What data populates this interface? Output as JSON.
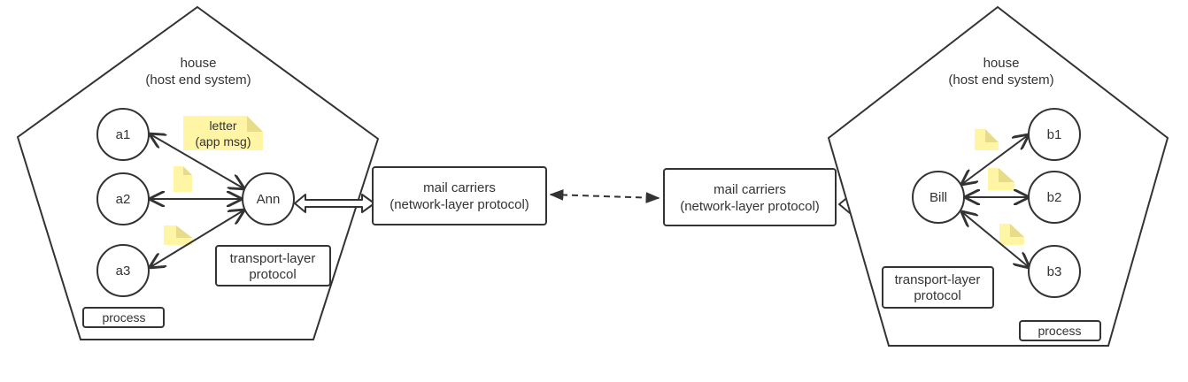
{
  "left_house": {
    "title_line1": "house",
    "title_line2": "(host end system)",
    "processes": [
      "a1",
      "a2",
      "a3"
    ],
    "hub": "Ann",
    "letter_line1": "letter",
    "letter_line2": "(app msg)",
    "transport_line1": "transport-layer",
    "transport_line2": "protocol",
    "process_label": "process"
  },
  "right_house": {
    "title_line1": "house",
    "title_line2": "(host end system)",
    "processes": [
      "b1",
      "b2",
      "b3"
    ],
    "hub": "Bill",
    "transport_line1": "transport-layer",
    "transport_line2": "protocol",
    "process_label": "process"
  },
  "network_left": {
    "line1": "mail carriers",
    "line2": "(network-layer protocol)"
  },
  "network_right": {
    "line1": "mail carriers",
    "line2": "(network-layer protocol)"
  },
  "colors": {
    "stroke": "#333333",
    "note_fill": "#fff5a5",
    "note_fold": "#e6dc8a"
  }
}
